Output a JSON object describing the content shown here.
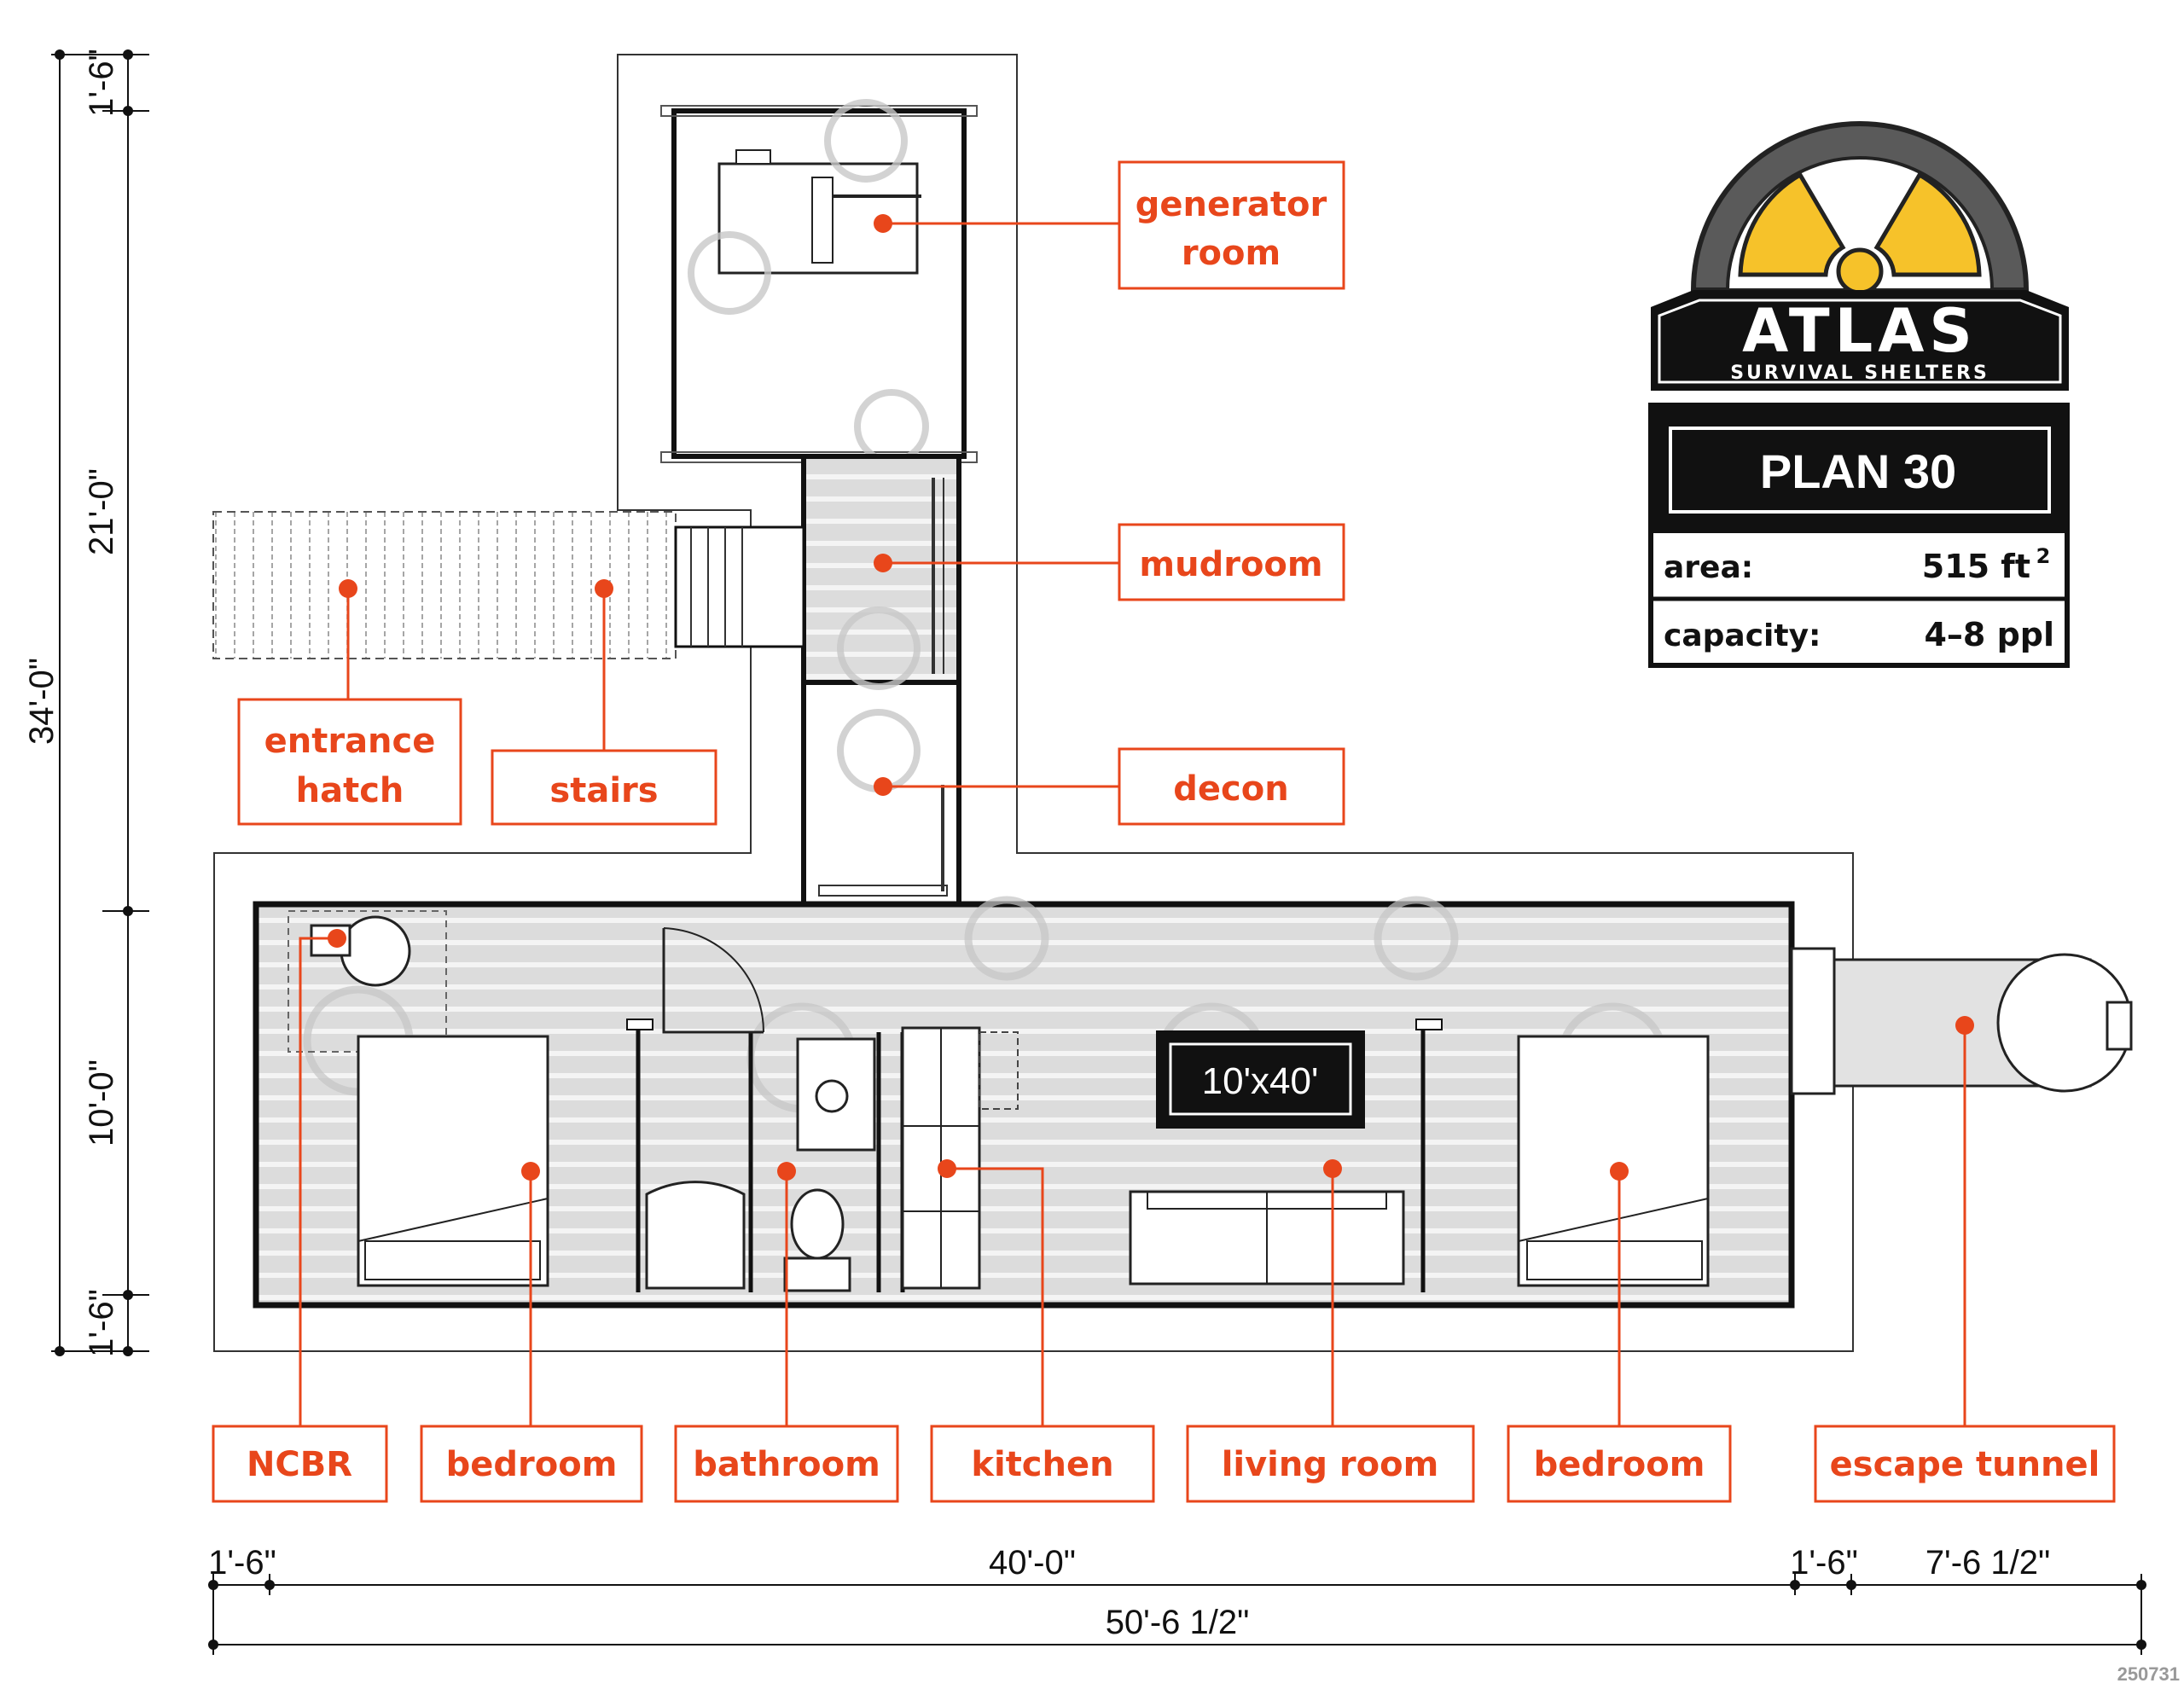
{
  "accent_color": "#e8461b",
  "logo": {
    "brand": "ATLAS",
    "tagline": "SURVIVAL SHELTERS",
    "icon": "radiation-trefoil-icon"
  },
  "spec": {
    "plan_title": "PLAN 30",
    "area_label": "area:",
    "area_value": "515 ft",
    "area_unit_sup": "2",
    "capacity_label": "capacity:",
    "capacity_value": "4–8 ppl"
  },
  "module_size": "10'x40'",
  "labels": {
    "generator_room_line1": "generator",
    "generator_room_line2": "room",
    "mudroom": "mudroom",
    "decon": "decon",
    "entrance_hatch_line1": "entrance",
    "entrance_hatch_line2": "hatch",
    "stairs": "stairs",
    "ncbr": "NCBR",
    "bedroom_left": "bedroom",
    "bathroom": "bathroom",
    "kitchen": "kitchen",
    "living_room": "living room",
    "bedroom_right": "bedroom",
    "escape_tunnel": "escape tunnel"
  },
  "dimensions": {
    "left_top": "1'-6\"",
    "left_mid": "21'-0\"",
    "left_total": "34'-0\"",
    "left_module": "10'-0\"",
    "left_bottom": "1'-6\"",
    "bottom_left": "1'-6\"",
    "bottom_mid": "40'-0\"",
    "bottom_right_a": "1'-6\"",
    "bottom_right_b": "7'-6 1/2\"",
    "bottom_total": "50'-6 1/2\""
  },
  "drawing_number": "250731"
}
